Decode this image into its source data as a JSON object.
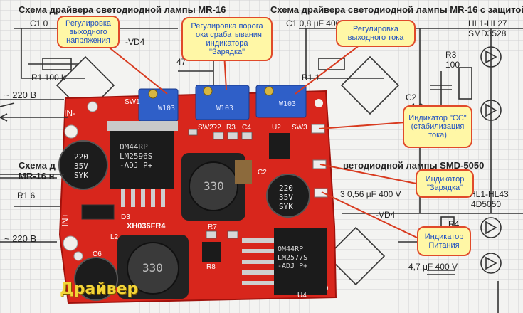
{
  "schematic": {
    "title_top_left": "Схема драйвера светодиодной лампы MR-16",
    "title_top_right": "Схема драйвера светодиодной лампы MR-16 с защитой",
    "title_mid_left_1": "Схема д",
    "title_mid_left_2": "MR-16 н",
    "title_mid_right": "ветодиодной лампы SMD-5050",
    "c1_left": "C1 0",
    "c1_right": "C1 0,8 μF 400V",
    "r1_left": "R1 100 k",
    "r1_right": "R1 1",
    "vd4_left": "-VD4",
    "vd4_right": "-VD4",
    "mains_top": "~ 220 В",
    "mains_bottom": "~ 220 В",
    "hl_top": "HL1-HL27",
    "smd_top": "SMD3528",
    "r3": "R3",
    "r3_val": "100",
    "c2_right": "C2",
    "c2_val": "1,0",
    "cap_mid": "3 0,56 μF 400 V",
    "hl_mid": "HL1-HL43",
    "smd_mid": "4D5050",
    "r1_6": "R1 6",
    "r4": "R4",
    "cap_bottom": "4,7 μF 400 V",
    "r_label": "R",
    "cap_partial": "47"
  },
  "pcb": {
    "in_minus": "IN-",
    "in_plus": "IN+",
    "sw1": "SW1",
    "sw2": "SW2",
    "sw3": "SW3",
    "r2": "R2",
    "r3": "R3",
    "c4": "C4",
    "c2": "C2",
    "d3": "D3",
    "u2": "U2",
    "u4": "U4",
    "l2": "L2",
    "r7": "R7",
    "c6": "C6",
    "r8": "R8",
    "board_name": "XH036FR4",
    "lm2596_text": "OM44RP\nLM2596S\n-ADJ P+",
    "lm2577_text": "OM44RP\nLM2577S\n-ADJ P+",
    "inductor_1": "330",
    "inductor_2": "330",
    "cap1_text": "220\n35V\nSYK",
    "cap2_text": "220\n35V\nSYK",
    "trimmer_1": "W103",
    "trimmer_2": "W103",
    "trimmer_3": "W103"
  },
  "callouts": {
    "voltage_adjust": "Регулировка выходного напряжения",
    "threshold_adjust": "Регулировка порога тока срабатывания индикатора \"Зарядка\"",
    "current_adjust": "Регулировка выходного тока",
    "cc_indicator": "Индикатор \"CC\" (стабилизация тока)",
    "charge_indicator": "Индикатор \"Зарядка\"",
    "power_indicator": "Индикатор Питания"
  },
  "caption": "Драйвер",
  "colors": {
    "pcb_red": "#d8261c",
    "callout_fill": "#fff7a6",
    "callout_border": "#e04a2a",
    "callout_text": "#1e4fc2",
    "caption": "#f2d437",
    "trimmer_blue": "#2f5fc8"
  }
}
